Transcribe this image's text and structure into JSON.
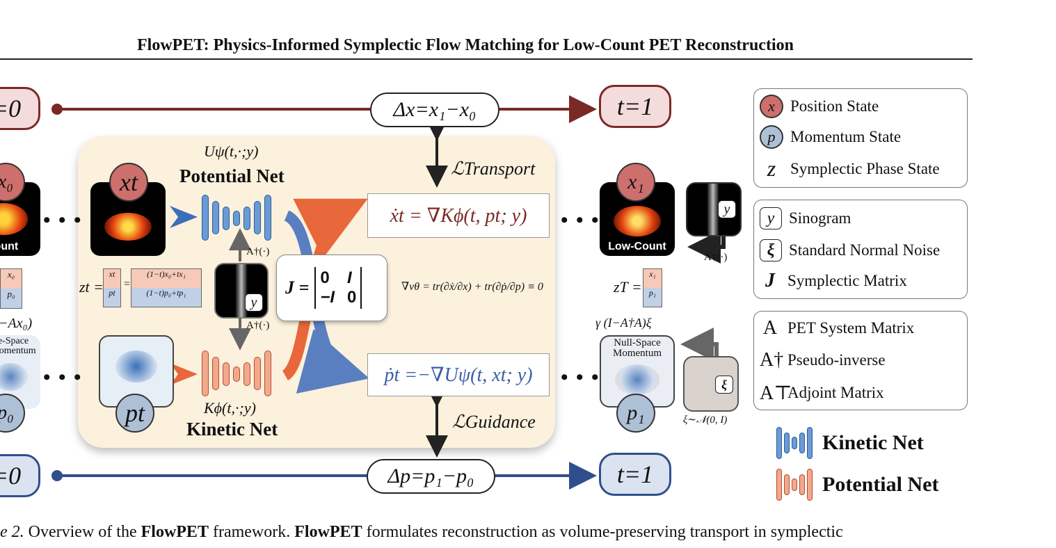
{
  "header": {
    "title": "FlowPET: Physics-Informed Symplectic Flow Matching for Low-Count PET Reconstruction"
  },
  "top_row": {
    "left": "=0",
    "delta": "Δx=x₁−x₀",
    "right": "t=1"
  },
  "bottom_row": {
    "left": "=0",
    "delta": "Δp=p₁−p₀",
    "right": "t=1"
  },
  "losses": {
    "transport": "ℒTransport",
    "guidance": "ℒGuidance"
  },
  "potential_net": {
    "fn": "Uψ(t,·;y)",
    "label": "Potential Net"
  },
  "kinetic_net": {
    "fn": "Kϕ(t,·;y)",
    "label": "Kinetic Net"
  },
  "states": {
    "x_t": "xt",
    "p_t": "pt",
    "x_0": "x₀",
    "p_0": "p₀",
    "x_1": "x₁",
    "p_1": "p₁",
    "y": "y",
    "xi": "ξ",
    "low_count": "Low-Count",
    "low_count_left": "Count",
    "null_space": "Null-Space Momentum",
    "null_space_left": "e-Space Momentum",
    "pinv_op": "A†(·)"
  },
  "equations": {
    "x_dot": "ẋt = ∇Kϕ(t, pt; y)",
    "p_dot": "ṗt =−∇Uψ(t, xt; y)",
    "J": "J =",
    "divergence": "∇vθ = tr(∂ẋ/∂x) + tr(∂ṗ/∂p) ≡ 0",
    "z_t": "zt =",
    "z_T": "zT =",
    "gamma": "γ (I−A†A)ξ",
    "noise": "ξ∼𝒩(0, I)",
    "left_partial": "−Ax₀)",
    "zt_vec": [
      "xt",
      "pt"
    ],
    "zt_interp": [
      "(1−t)x₀+tx₁",
      "(1−t)p₀+tp₁"
    ],
    "left_vec": [
      "x₀",
      "p₀"
    ],
    "zT_vec": [
      "x₁",
      "p₁"
    ],
    "J_matrix": [
      [
        "0",
        "I"
      ],
      [
        "−I",
        "0"
      ]
    ]
  },
  "legend": {
    "group1": [
      {
        "symbol": "x",
        "label": "Position State"
      },
      {
        "symbol": "p",
        "label": "Momentum State"
      },
      {
        "symbol": "z",
        "label": "Symplectic Phase State"
      }
    ],
    "group2": [
      {
        "symbol": "y",
        "label": "Sinogram"
      },
      {
        "symbol": "ξ",
        "label": "Standard Normal Noise"
      },
      {
        "symbol": "J",
        "label": "Symplectic Matrix"
      }
    ],
    "group3": [
      {
        "symbol": "A",
        "label": "PET System Matrix"
      },
      {
        "symbol": "A†",
        "label": "Pseudo-inverse"
      },
      {
        "symbol": "A⊤",
        "label": "Adjoint Matrix"
      }
    ],
    "kinetic": "Kinetic Net",
    "potential": "Potential Net"
  },
  "caption": {
    "fig": "e 2.",
    "t1": "Overview of the",
    "b1": "FlowPET",
    "t2": "framework.",
    "b2": "FlowPET",
    "t3": "formulates reconstruction as volume-preserving transport in symplectic"
  },
  "colors": {
    "red": "#7a2a26",
    "blue": "#2f4f8c",
    "kinetic": "#4a7fc0",
    "potential": "#e88f6f",
    "panel": "#fbf1dd"
  }
}
